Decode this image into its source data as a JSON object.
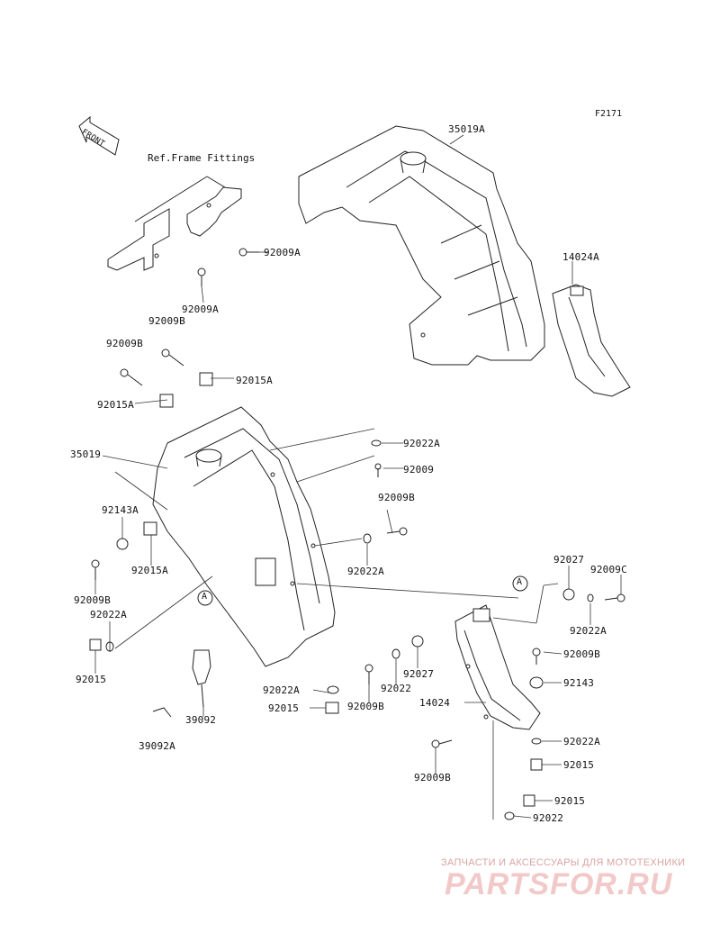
{
  "figure_code": "F2171",
  "front_indicator": "FRONT",
  "ref_text": "Ref.Frame Fittings",
  "callouts": {
    "c_35019A": "35019A",
    "c_14024A": "14024A",
    "c_92009A_1": "92009A",
    "c_92009A_2": "92009A",
    "c_92009B_1": "92009B",
    "c_92009B_2": "92009B",
    "c_92015A_1": "92015A",
    "c_92015A_2": "92015A",
    "c_92015A_3": "92015A",
    "c_35019": "35019",
    "c_92022A_1": "92022A",
    "c_92009_1": "92009",
    "c_92009B_3": "92009B",
    "c_92143A": "92143A",
    "c_92022A_2": "92022A",
    "c_92009B_4": "92009B",
    "c_92022A_3": "92022A",
    "c_92015_1": "92015",
    "c_92027_1": "92027",
    "c_92009C": "92009C",
    "c_92022A_4": "92022A",
    "c_A_1": "A",
    "c_A_2": "A",
    "c_92009B_5": "92009B",
    "c_92143": "92143",
    "c_92027_2": "92027",
    "c_92022_1": "92022",
    "c_92022A_5": "92022A",
    "c_92015_2": "92015",
    "c_92009B_6": "92009B",
    "c_14024": "14024",
    "c_39092": "39092",
    "c_39092A": "39092A",
    "c_92022A_6": "92022A",
    "c_92015_3": "92015",
    "c_92009B_7": "92009B",
    "c_92015_4": "92015",
    "c_92022_2": "92022"
  },
  "watermark": {
    "subtitle": "ЗАПЧАСТИ И АКСЕССУАРЫ ДЛЯ МОТОТЕХНИКИ",
    "logo": "PARTSFOR.RU"
  }
}
